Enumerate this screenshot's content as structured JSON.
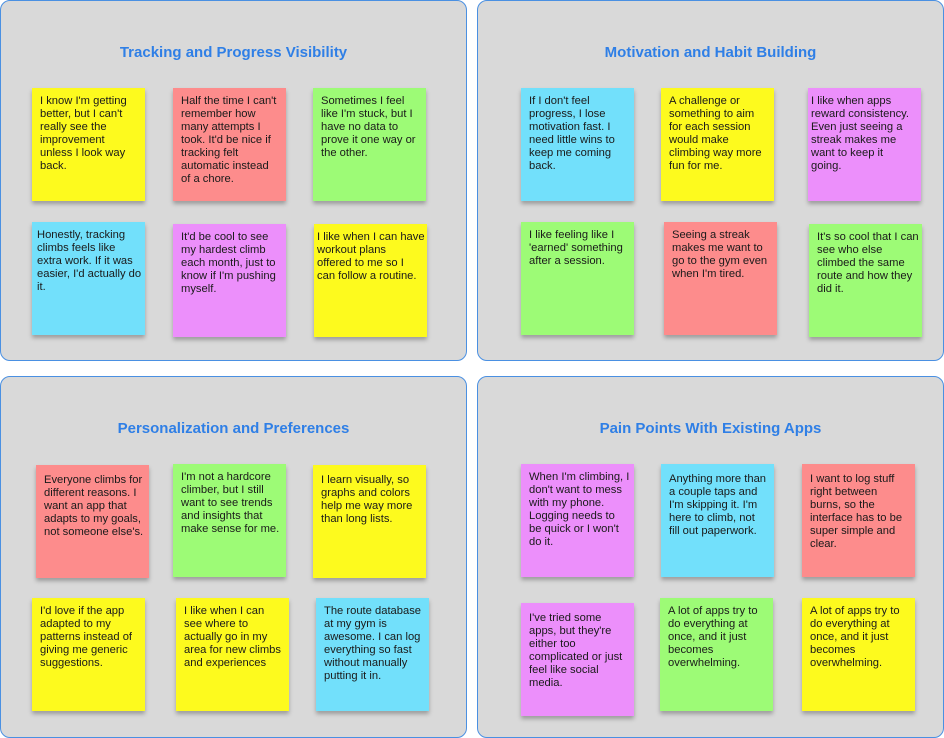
{
  "panels": [
    {
      "title": "Tracking and Progress Visibility",
      "notes": [
        {
          "text": "I know I'm getting\nbetter, but I can't\nreally see the\nimprovement\nunless I look way\nback.",
          "color": "yellow"
        },
        {
          "text": "Half the time I can't\nremember how\nmany attempts I\ntook. It'd be nice if\ntracking felt\nautomatic instead\nof a chore.",
          "color": "red"
        },
        {
          "text": "Sometimes I feel\nlike I'm stuck, but I\nhave no data to\nprove it one way or\nthe other.",
          "color": "green"
        },
        {
          "text": "Honestly, tracking\nclimbs feels like\nextra work. If it was\neasier, I'd actually do\nit.",
          "color": "blue"
        },
        {
          "text": "It'd be cool to see\nmy hardest climb\neach month, just to\nknow if I'm pushing\nmyself.",
          "color": "pink"
        },
        {
          "text": "I like when I can have\nworkout plans\noffered to me so I\ncan follow a routine.",
          "color": "yellow"
        }
      ]
    },
    {
      "title": "Motivation and Habit Building",
      "notes": [
        {
          "text": "If I don't feel\nprogress, I lose\nmotivation fast. I\nneed little wins to\nkeep me coming\nback.",
          "color": "blue"
        },
        {
          "text": "A challenge or\nsomething to aim\nfor each session\nwould make\nclimbing way more\nfun for me.",
          "color": "yellow"
        },
        {
          "text": "I like when apps\nreward consistency.\nEven just seeing a\nstreak makes me\nwant to keep it\ngoing.",
          "color": "pink"
        },
        {
          "text": "I like feeling like I\n'earned' something\nafter a session.",
          "color": "green"
        },
        {
          "text": "Seeing a streak\nmakes me want to\ngo to the gym even\nwhen I'm tired.",
          "color": "red"
        },
        {
          "text": "It's so cool that I can\nsee who else\nclimbed the same\nroute and how they\ndid it.",
          "color": "green"
        }
      ]
    },
    {
      "title": "Personalization and Preferences",
      "notes": [
        {
          "text": "Everyone climbs for\ndifferent reasons. I\nwant an app that\nadapts to my goals,\nnot someone else's.",
          "color": "red"
        },
        {
          "text": "I'm not a hardcore\nclimber, but I still\nwant to see trends\nand insights that\nmake sense for me.",
          "color": "green"
        },
        {
          "text": "I learn visually, so\ngraphs and colors\nhelp me way more\nthan long lists.",
          "color": "yellow"
        },
        {
          "text": "I'd love if the app\nadapted to my\npatterns instead of\ngiving me generic\nsuggestions.",
          "color": "yellow"
        },
        {
          "text": "I like when I can\nsee where to\nactually go in my\narea for new climbs\nand experiences",
          "color": "yellow"
        },
        {
          "text": "The route database\nat my gym is\nawesome. I can log\neverything so fast\nwithout manually\nputting it in.",
          "color": "blue"
        }
      ]
    },
    {
      "title": "Pain Points With Existing Apps",
      "notes": [
        {
          "text": "When I'm climbing, I\ndon't want to mess\nwith my phone.\nLogging needs to\nbe quick or I won't\ndo it.",
          "color": "pink"
        },
        {
          "text": "Anything more than\na couple taps and\nI'm skipping it. I'm\nhere to climb, not\nfill out paperwork.",
          "color": "blue"
        },
        {
          "text": "I want to log stuff\nright between\nburns, so the\ninterface has to be\nsuper simple and\nclear.",
          "color": "red"
        },
        {
          "text": "I've tried some\napps, but they're\neither too\ncomplicated or just\nfeel like social\nmedia.",
          "color": "pink"
        },
        {
          "text": "A lot of apps try to\ndo everything at\nonce, and it just\nbecomes\noverwhelming.",
          "color": "green"
        },
        {
          "text": "A lot of apps try to\ndo everything at\nonce, and it just\nbecomes\noverwhelming.",
          "color": "yellow"
        }
      ]
    }
  ],
  "colors": {
    "yellow": "#fdfa1e",
    "red": "#fd8c8c",
    "green": "#9dfb76",
    "blue": "#72e0fb",
    "pink": "#ec8ffb",
    "title": "#2f7fe6",
    "panel_bg": "#d9d9d9",
    "panel_border": "#4a90e2"
  }
}
